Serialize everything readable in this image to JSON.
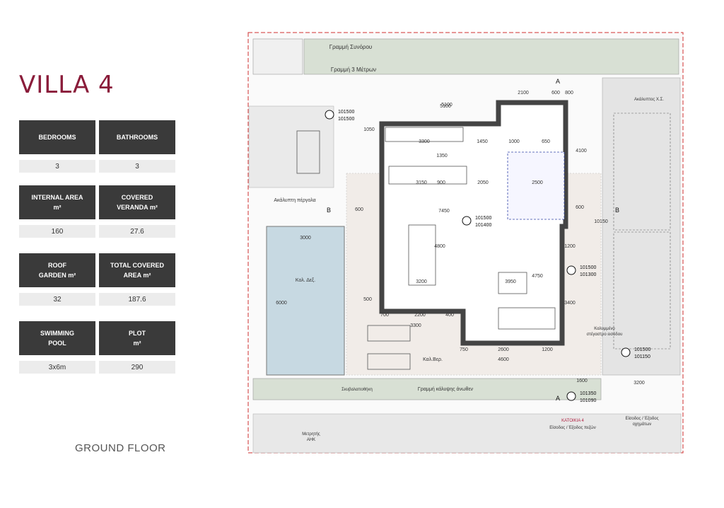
{
  "title": "VILLA 4",
  "floor": "GROUND FLOOR",
  "specs": [
    {
      "label": "BEDROOMS",
      "value": "3"
    },
    {
      "label": "BATHROOMS",
      "value": "3"
    },
    {
      "label": "INTERNAL AREA\nm²",
      "value": "160"
    },
    {
      "label": "COVERED\nVERANDA m²",
      "value": "27.6"
    },
    {
      "label": "ROOF\nGARDEN m²",
      "value": "32"
    },
    {
      "label": "TOTAL COVERED\nAREA m²",
      "value": "187.6"
    },
    {
      "label": "SWIMMING\nPOOL",
      "value": "3x6m"
    },
    {
      "label": "PLOT\nm²",
      "value": "290"
    }
  ],
  "plan": {
    "boundary_line": "Γραμμή Συνόρου",
    "setback_line": "Γραμμή 3 Μέτρων",
    "pergola": "Ακάλυπτη πέργολα",
    "pool": "Κολ. Δεξ.",
    "veranda": "Καλ.Βερ.",
    "bin_storage": "Σκυβαλαποθήκη",
    "upper_cover_line": "Γραμμή κάλυψης άνωθεν",
    "meter": "Μετρητής\nΑΗΚ",
    "uncovered_parking": "Ακάλυπτος Χ.Σ.",
    "covered_parking": "Καλυμμένο\nστέγαστρο εισόδου",
    "house_label": "ΚΑΤΟΙΚΙΑ 4",
    "pedestrian_entry": "Είσοδος / Έξοδος πεζών",
    "vehicle_entry": "Είσοδος / Έξοδος\nοχημάτων",
    "section_a": "A",
    "section_b": "B",
    "levels": [
      {
        "top": "101500",
        "bottom": "101500"
      },
      {
        "top": "101500",
        "bottom": "101400"
      },
      {
        "top": "101500",
        "bottom": "101300"
      },
      {
        "top": "101500",
        "bottom": "101150"
      },
      {
        "top": "101350",
        "bottom": "101090"
      }
    ],
    "dims": [
      "5100",
      "2100",
      "600",
      "800",
      "3300",
      "1450",
      "1000",
      "650",
      "3150",
      "900",
      "2050",
      "2500",
      "7450",
      "1350",
      "4100",
      "1050",
      "3000",
      "6000",
      "3200",
      "3950",
      "4750",
      "4800",
      "1200",
      "3400",
      "10150",
      "700",
      "2200",
      "400",
      "3300",
      "750",
      "2600",
      "1200",
      "4600",
      "600",
      "500",
      "1600",
      "3200",
      "5100",
      "600"
    ]
  }
}
